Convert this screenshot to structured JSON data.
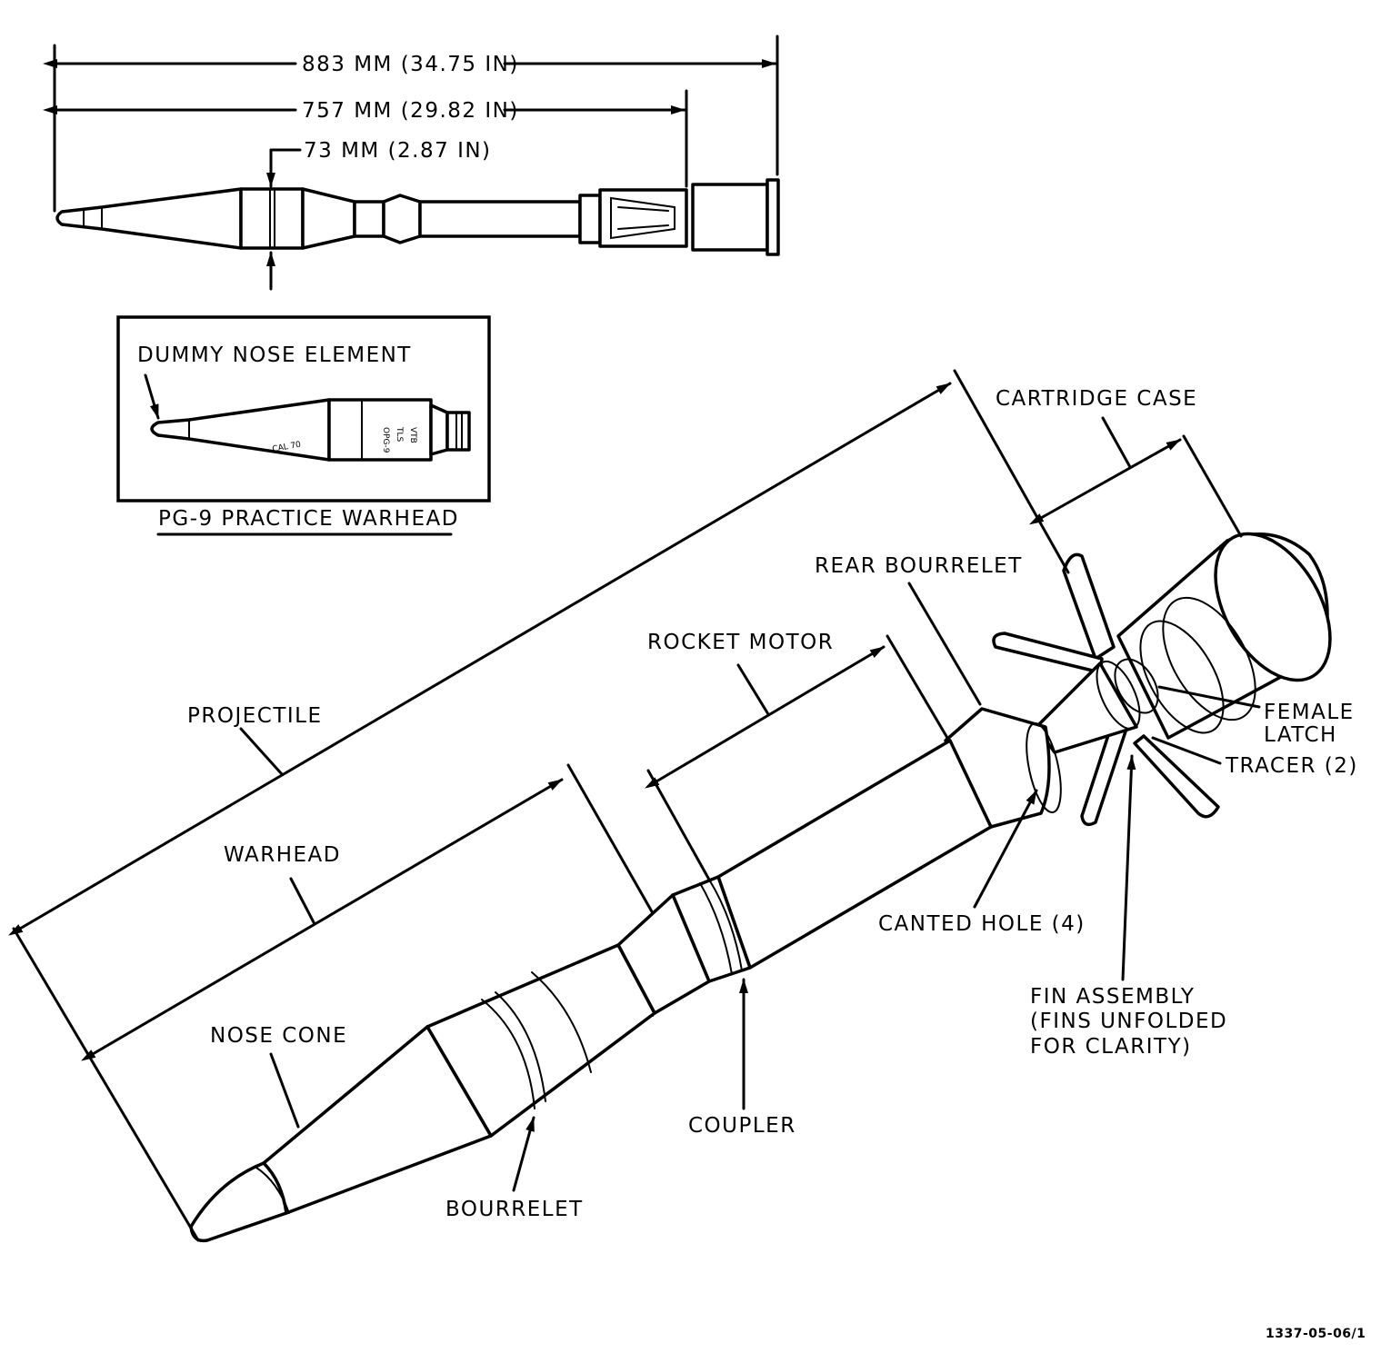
{
  "figure_id": "1337-05-06/1",
  "dimensions": {
    "overall_length": "883 MM (34.75 IN)",
    "projectile_length": "757 MM (29.82 IN)",
    "diameter": "73 MM (2.87 IN)"
  },
  "inset": {
    "caption": "PG-9 PRACTICE WARHEAD",
    "callout": "DUMMY NOSE ELEMENT"
  },
  "labels": {
    "cartridge_case": "CARTRIDGE  CASE",
    "rear_bourrelet": "REAR BOURRELET",
    "rocket_motor": "ROCKET MOTOR",
    "projectile": "PROJECTILE",
    "warhead": "WARHEAD",
    "nose_cone": "NOSE CONE",
    "bourrelet": "BOURRELET",
    "coupler": "COUPLER",
    "canted_hole": "CANTED HOLE (4)",
    "female_latch_1": "FEMALE",
    "female_latch_2": "LATCH",
    "tracer": "TRACER (2)",
    "fin_assembly_1": "FIN ASSEMBLY",
    "fin_assembly_2": "(FINS UNFOLDED",
    "fin_assembly_3": "FOR CLARITY)"
  }
}
